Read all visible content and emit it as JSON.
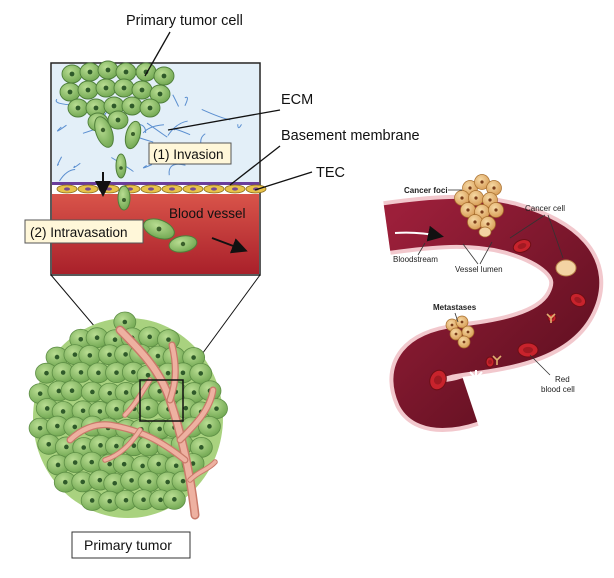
{
  "left_panel": {
    "primary_tumor_cell": "Primary tumor cell",
    "ecm": "ECM",
    "basement_membrane": "Basement membrane",
    "tec": "TEC",
    "invasion": "(1) Invasion",
    "blood_vessel": "Blood vessel",
    "intravasation": "(2) Intravasation",
    "primary_tumor": "Primary tumor"
  },
  "right_panel": {
    "cancer_foci": "Cancer foci",
    "cancer_cell": "Cancer cell",
    "bloodstream": "Bloodstream",
    "vessel_lumen": "Vessel lumen",
    "metastases": "Metastases",
    "red_blood_cell_line1": "Red",
    "red_blood_cell_line2": "blood cell"
  },
  "colors": {
    "tumor_green": "#8fc46a",
    "cell_outline": "#4f7f3a",
    "vessel_red": "#c0392b",
    "vessel_dark": "#7a1426",
    "tec_yellow": "#e7c24a",
    "membrane_purple": "#6a3d9a",
    "ecm_blue": "#d9e9f5",
    "artery_pink": "#e7a08f"
  }
}
